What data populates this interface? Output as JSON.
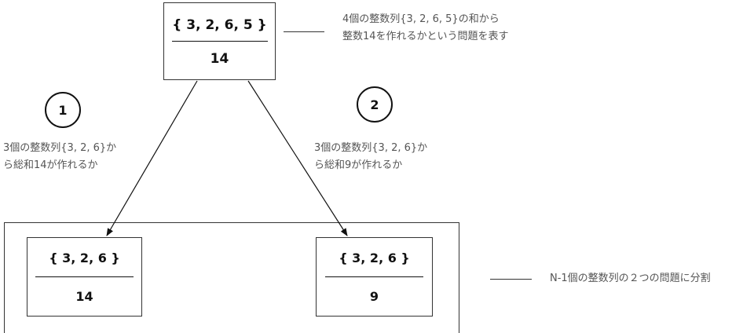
{
  "root": {
    "set": "{ 3, 2, 6, 5 }",
    "sum": "14"
  },
  "root_note": {
    "line1": "4個の整数列{3, 2, 6, 5}の和から",
    "line2": "整数14を作れるかという問題を表す"
  },
  "branch1": {
    "marker": "1",
    "note_line1": "3個の整数列{3, 2, 6}か",
    "note_line2": "ら総和14が作れるか",
    "set": "{ 3, 2, 6 }",
    "sum": "14"
  },
  "branch2": {
    "marker": "2",
    "note_line1": "3個の整数列{3, 2, 6}か",
    "note_line2": "ら総和9が作れるか",
    "set": "{ 3, 2, 6 }",
    "sum": "9"
  },
  "group_note": "N-1個の整数列の２つの問題に分割"
}
